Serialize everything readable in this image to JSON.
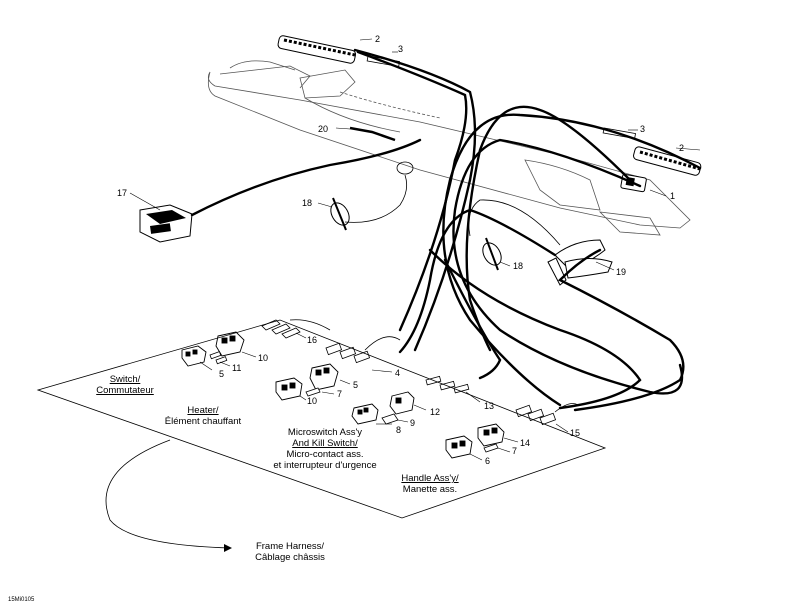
{
  "callouts": {
    "n1": "1",
    "n2a": "2",
    "n2b": "2",
    "n3a": "3",
    "n3b": "3",
    "n5a": "5",
    "n5b": "5",
    "n6": "6",
    "n7a": "7",
    "n7b": "7",
    "n8": "8",
    "n9": "9",
    "n10a": "10",
    "n10b": "10",
    "n11": "11",
    "n12": "12",
    "n13": "13",
    "n14": "14",
    "n15": "15",
    "n16": "16",
    "n17": "17",
    "n18a": "18",
    "n18b": "18",
    "n19": "19",
    "n20": "20",
    "n4": "4"
  },
  "labels": {
    "switch_en": "Switch/",
    "switch_fr": "Commutateur",
    "heater_en": "Heater/",
    "heater_fr": "Élément chauffant",
    "micro_en1": "Microswitch Ass'y",
    "micro_en2": "And Kill Switch/",
    "micro_fr1": "Micro-contact ass.",
    "micro_fr2": "et interrupteur d'urgence",
    "handle_en": "Handle Ass'y/",
    "handle_fr": "Manette ass.",
    "frame_en": "Frame Harness/",
    "frame_fr": "Câblage châssis"
  },
  "figure_code": "15Mi0105"
}
